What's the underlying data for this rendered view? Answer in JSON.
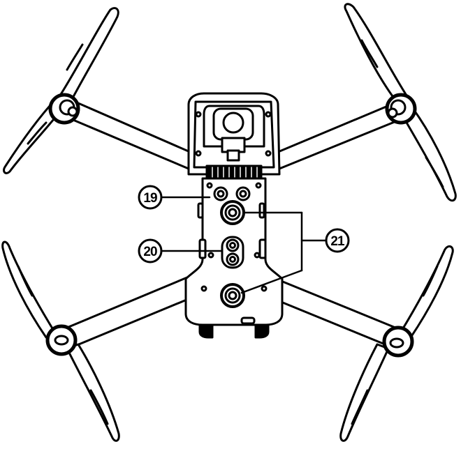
{
  "diagram": {
    "stroke_color": "#000000",
    "fill_color": "#ffffff",
    "callouts": [
      {
        "id": "19",
        "label": "19"
      },
      {
        "id": "20",
        "label": "20"
      },
      {
        "id": "21",
        "label": "21"
      }
    ]
  }
}
